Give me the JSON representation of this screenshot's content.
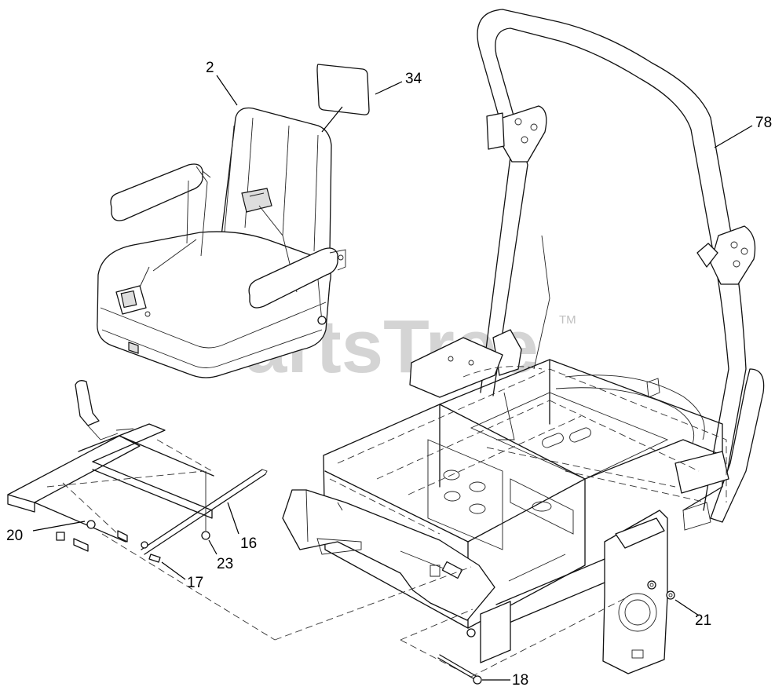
{
  "watermark": {
    "brand": "PartsTree",
    "mark": "TM"
  },
  "callouts": [
    {
      "id": "2",
      "label": "2"
    },
    {
      "id": "34",
      "label": "34"
    },
    {
      "id": "78",
      "label": "78"
    },
    {
      "id": "20",
      "label": "20"
    },
    {
      "id": "16",
      "label": "16"
    },
    {
      "id": "23",
      "label": "23"
    },
    {
      "id": "17",
      "label": "17"
    },
    {
      "id": "21",
      "label": "21"
    },
    {
      "id": "18",
      "label": "18"
    }
  ]
}
